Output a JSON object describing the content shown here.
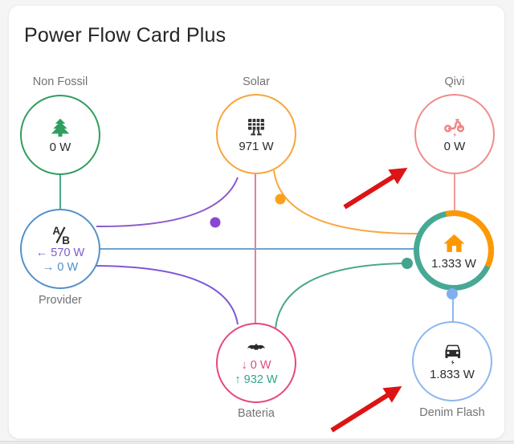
{
  "card": {
    "title": "Power Flow Card Plus"
  },
  "colors": {
    "non_fossil": "#2f9e5f",
    "solar": "#f9a53b",
    "qivi": "#f08c8c",
    "provider": "#5591c9",
    "grid_consumption": "#7c5bc9",
    "grid_return": "#4a90c7",
    "home_ring_main": "#47a995",
    "home_ring_solar": "#ff9800",
    "battery": "#e5487d",
    "battery_out": "#2fa68c",
    "ev": "#8cb8ee",
    "annotation_arrow": "#dc1414"
  },
  "nodes": {
    "non_fossil": {
      "label": "Non Fossil",
      "value": "0 W",
      "icon": "pine-tree-icon"
    },
    "solar": {
      "label": "Solar",
      "value": "971 W",
      "icon": "solar-panel-icon"
    },
    "qivi": {
      "label": "Qivi",
      "value": "0 W",
      "icon": "electric-moped-icon"
    },
    "provider": {
      "label": "Provider",
      "from_grid": "← 570 W",
      "to_grid": "→ 0 W",
      "icon": "ab-transformer-icon"
    },
    "home": {
      "value": "1.333 W",
      "icon": "home-icon"
    },
    "battery": {
      "label": "Bateria",
      "charge": "↓ 0 W",
      "discharge": "↑ 932 W",
      "icon": "bat-icon"
    },
    "ev": {
      "label": "Denim Flash",
      "value": "1.833 W",
      "icon": "electric-car-icon"
    }
  },
  "flows": [
    {
      "from": "non_fossil",
      "to": "provider",
      "active": false
    },
    {
      "from": "provider",
      "to": "solar",
      "active": true,
      "dot": "purple"
    },
    {
      "from": "provider",
      "to": "home",
      "active": false
    },
    {
      "from": "provider",
      "to": "battery",
      "active": false
    },
    {
      "from": "solar",
      "to": "battery",
      "active": false
    },
    {
      "from": "solar",
      "to": "home",
      "active": true,
      "dot": "orange"
    },
    {
      "from": "battery",
      "to": "home",
      "active": true,
      "dot": "teal"
    },
    {
      "from": "qivi",
      "to": "home",
      "active": false
    },
    {
      "from": "home",
      "to": "ev",
      "active": true,
      "dot": "blue"
    }
  ],
  "annotations": {
    "arrow_count": 2,
    "targets": [
      "qivi",
      "ev"
    ]
  }
}
